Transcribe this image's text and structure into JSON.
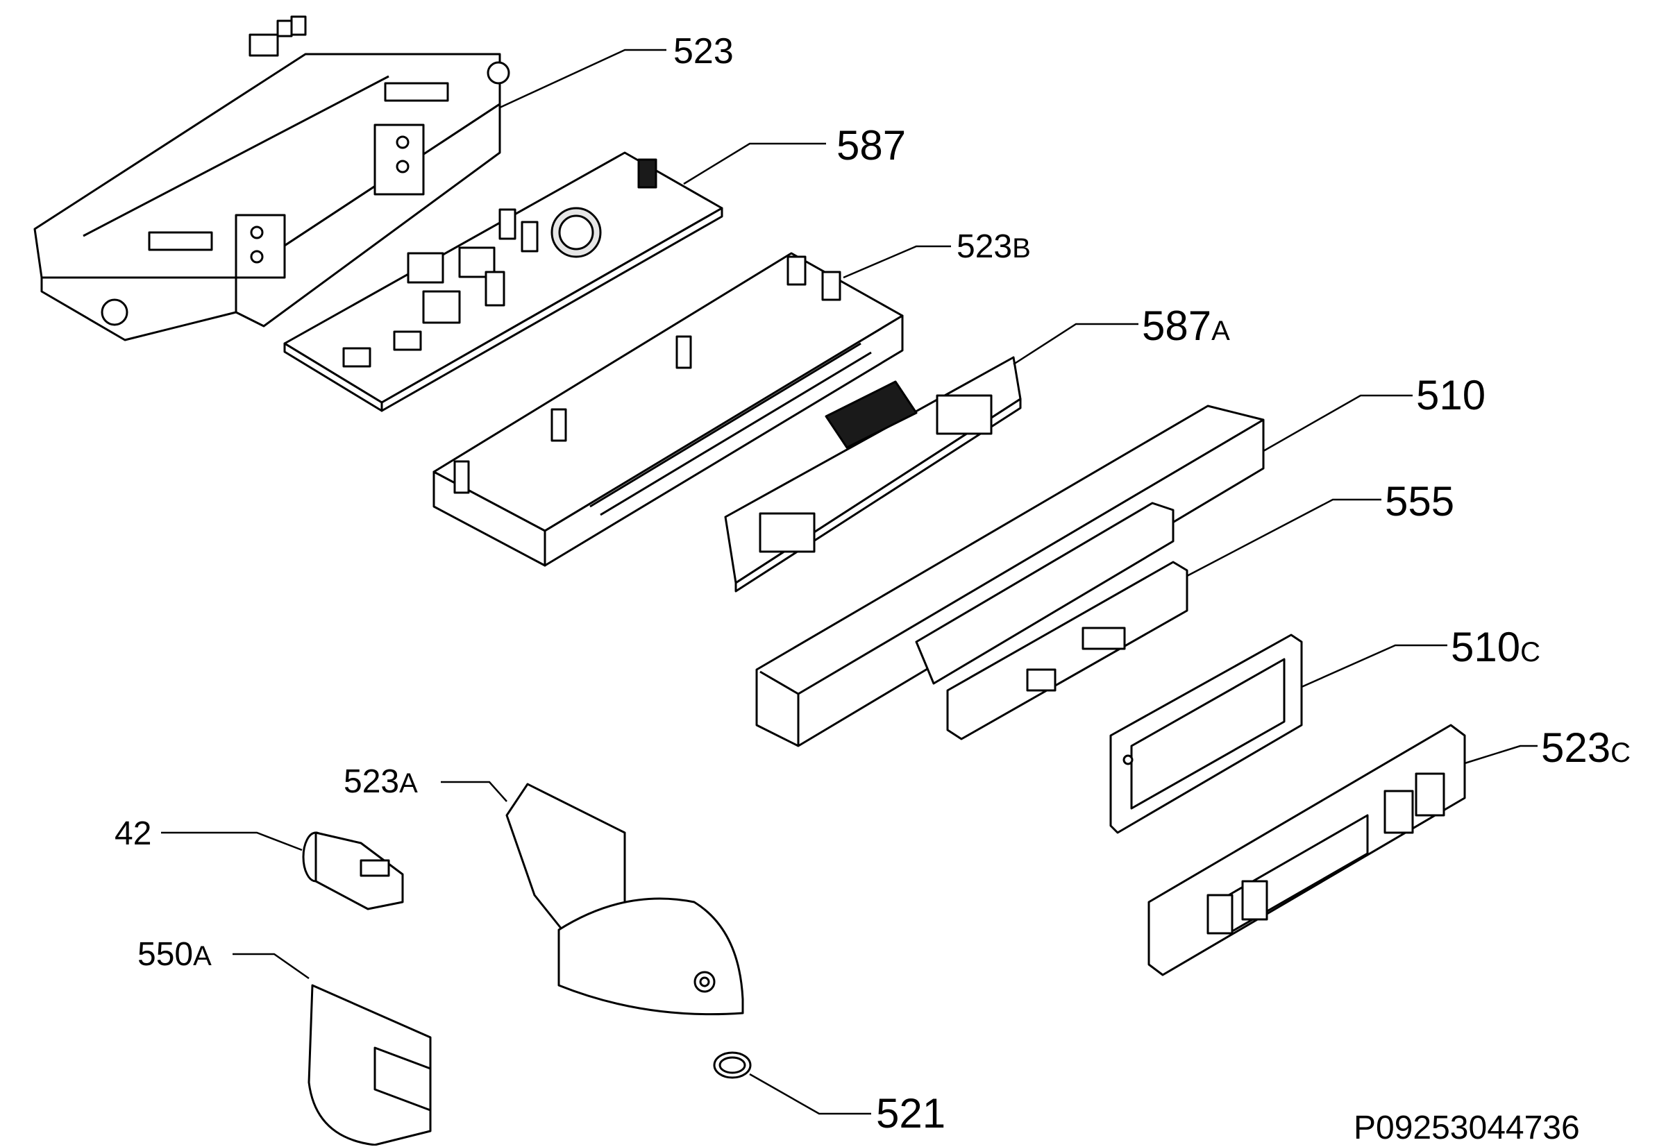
{
  "callouts": [
    {
      "id": "523",
      "number": "523",
      "suffix": ""
    },
    {
      "id": "587",
      "number": "587",
      "suffix": ""
    },
    {
      "id": "523b",
      "number": "523",
      "suffix": "B"
    },
    {
      "id": "587a",
      "number": "587",
      "suffix": "A"
    },
    {
      "id": "510",
      "number": "510",
      "suffix": ""
    },
    {
      "id": "555",
      "number": "555",
      "suffix": ""
    },
    {
      "id": "510c",
      "number": "510",
      "suffix": "C"
    },
    {
      "id": "523c",
      "number": "523",
      "suffix": "C"
    },
    {
      "id": "523a",
      "number": "523",
      "suffix": "A"
    },
    {
      "id": "42",
      "number": "42",
      "suffix": ""
    },
    {
      "id": "550a",
      "number": "550",
      "suffix": "A"
    },
    {
      "id": "521",
      "number": "521",
      "suffix": ""
    }
  ],
  "diagram_code": "P09253044736",
  "colors": {
    "line": "#000000",
    "fill": "#ffffff",
    "shade": "#e6e6e6",
    "dark": "#1a1a1a"
  }
}
